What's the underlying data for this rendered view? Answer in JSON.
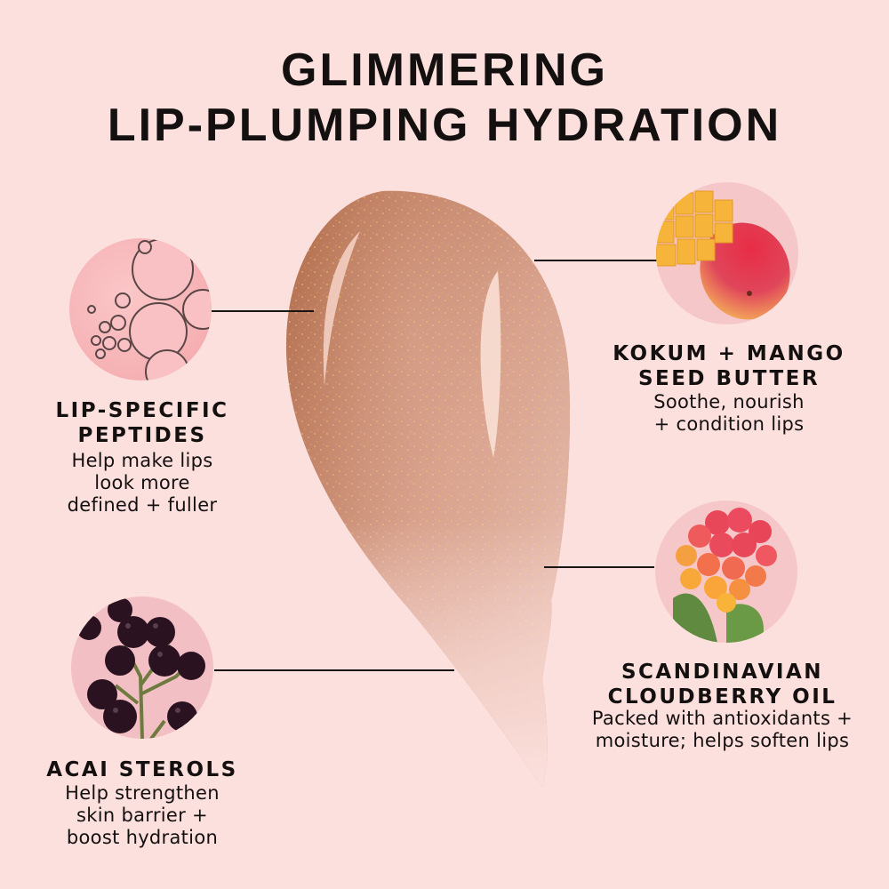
{
  "title": {
    "line1": "GLIMMERING",
    "line2": "LIP-PLUMPING HYDRATION"
  },
  "colors": {
    "background": "#fce0de",
    "text": "#141010",
    "swatch_main": "#b97558",
    "swatch_light": "#f3cfc2",
    "gold_shimmer": "#e6b45a"
  },
  "ingredients": [
    {
      "heading_line1": "LIP-SPECIFIC",
      "heading_line2": "PEPTIDES",
      "desc_line1": "Help make lips",
      "desc_line2": "look more",
      "desc_line3": "defined + fuller",
      "image": "pink-bubbles-image"
    },
    {
      "heading_line1": "KOKUM + MANGO",
      "heading_line2": "SEED BUTTER",
      "desc_line1": "Soothe, nourish",
      "desc_line2": "+ condition lips",
      "image": "mango-image"
    },
    {
      "heading_line1": "SCANDINAVIAN",
      "heading_line2": "CLOUDBERRY OIL",
      "desc_line1": "Packed with  antioxidants +",
      "desc_line2": "moisture; helps soften lips",
      "image": "cloudberry-image"
    },
    {
      "heading_line1": "ACAI STEROLS",
      "desc_line1": "Help strengthen",
      "desc_line2": "skin barrier +",
      "desc_line3": "boost hydration",
      "image": "acai-berries-image"
    }
  ]
}
